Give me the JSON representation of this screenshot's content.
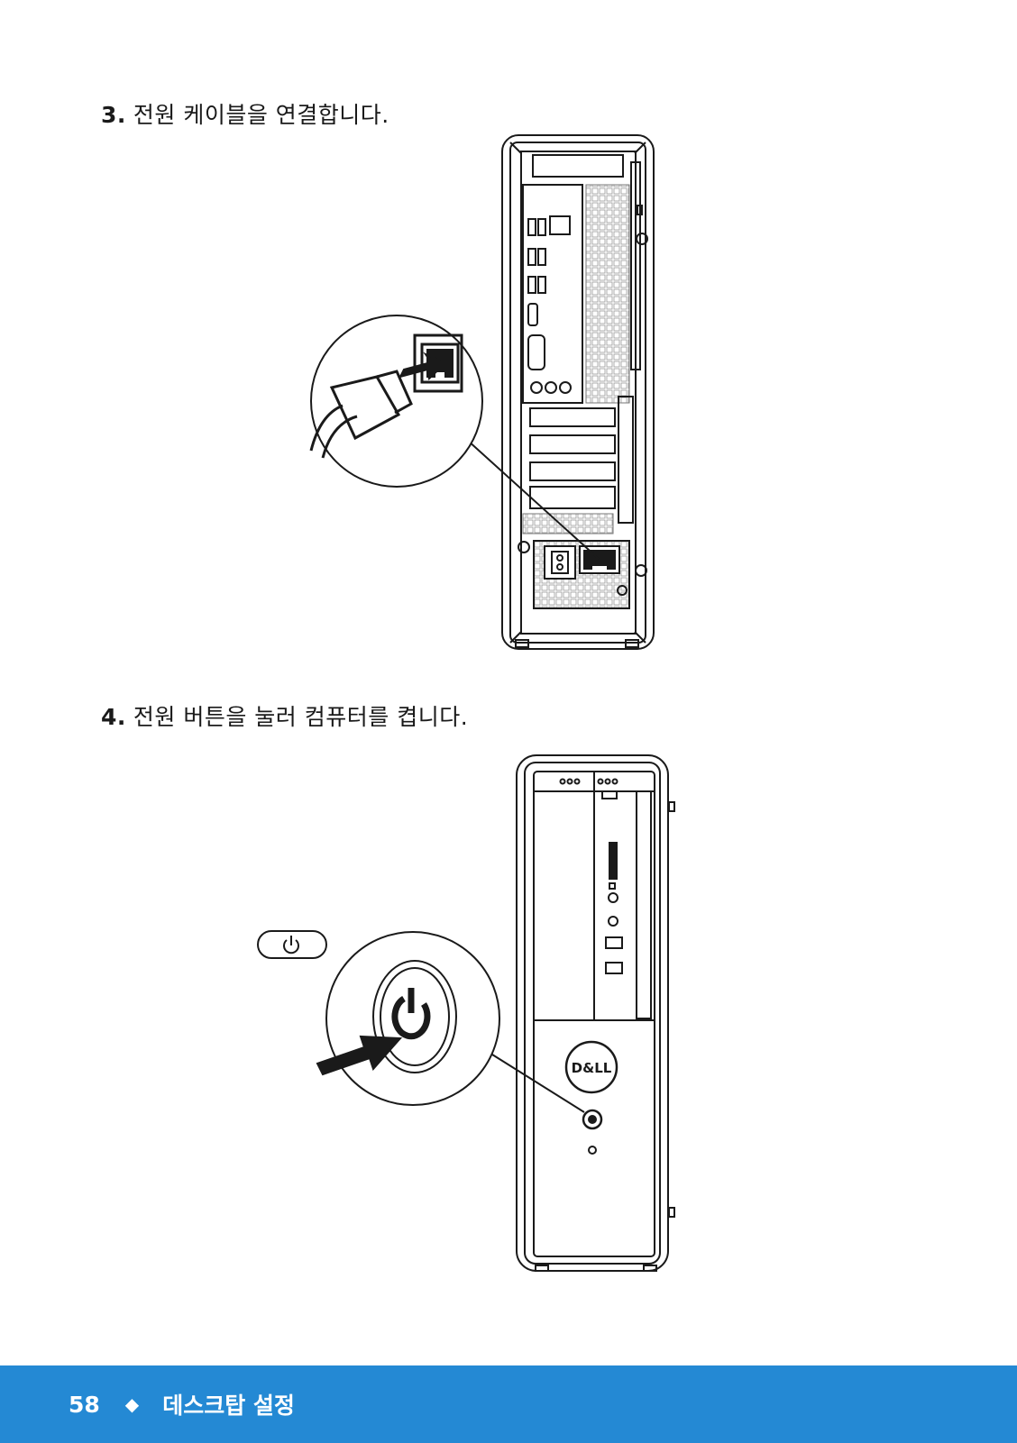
{
  "steps": [
    {
      "number": "3.",
      "text": "전원 케이블을 연결합니다."
    },
    {
      "number": "4.",
      "text": "전원 버튼을 눌러 컴퓨터를 켭니다."
    }
  ],
  "illustrations": {
    "rear": {
      "icon": "computer-rear-panel-icon"
    },
    "front": {
      "icon": "computer-front-panel-icon",
      "logo": "D&LL"
    }
  },
  "footer": {
    "page_number": "58",
    "separator": "◆",
    "section_title": "데스크탑 설정",
    "background": "#2489d4"
  }
}
